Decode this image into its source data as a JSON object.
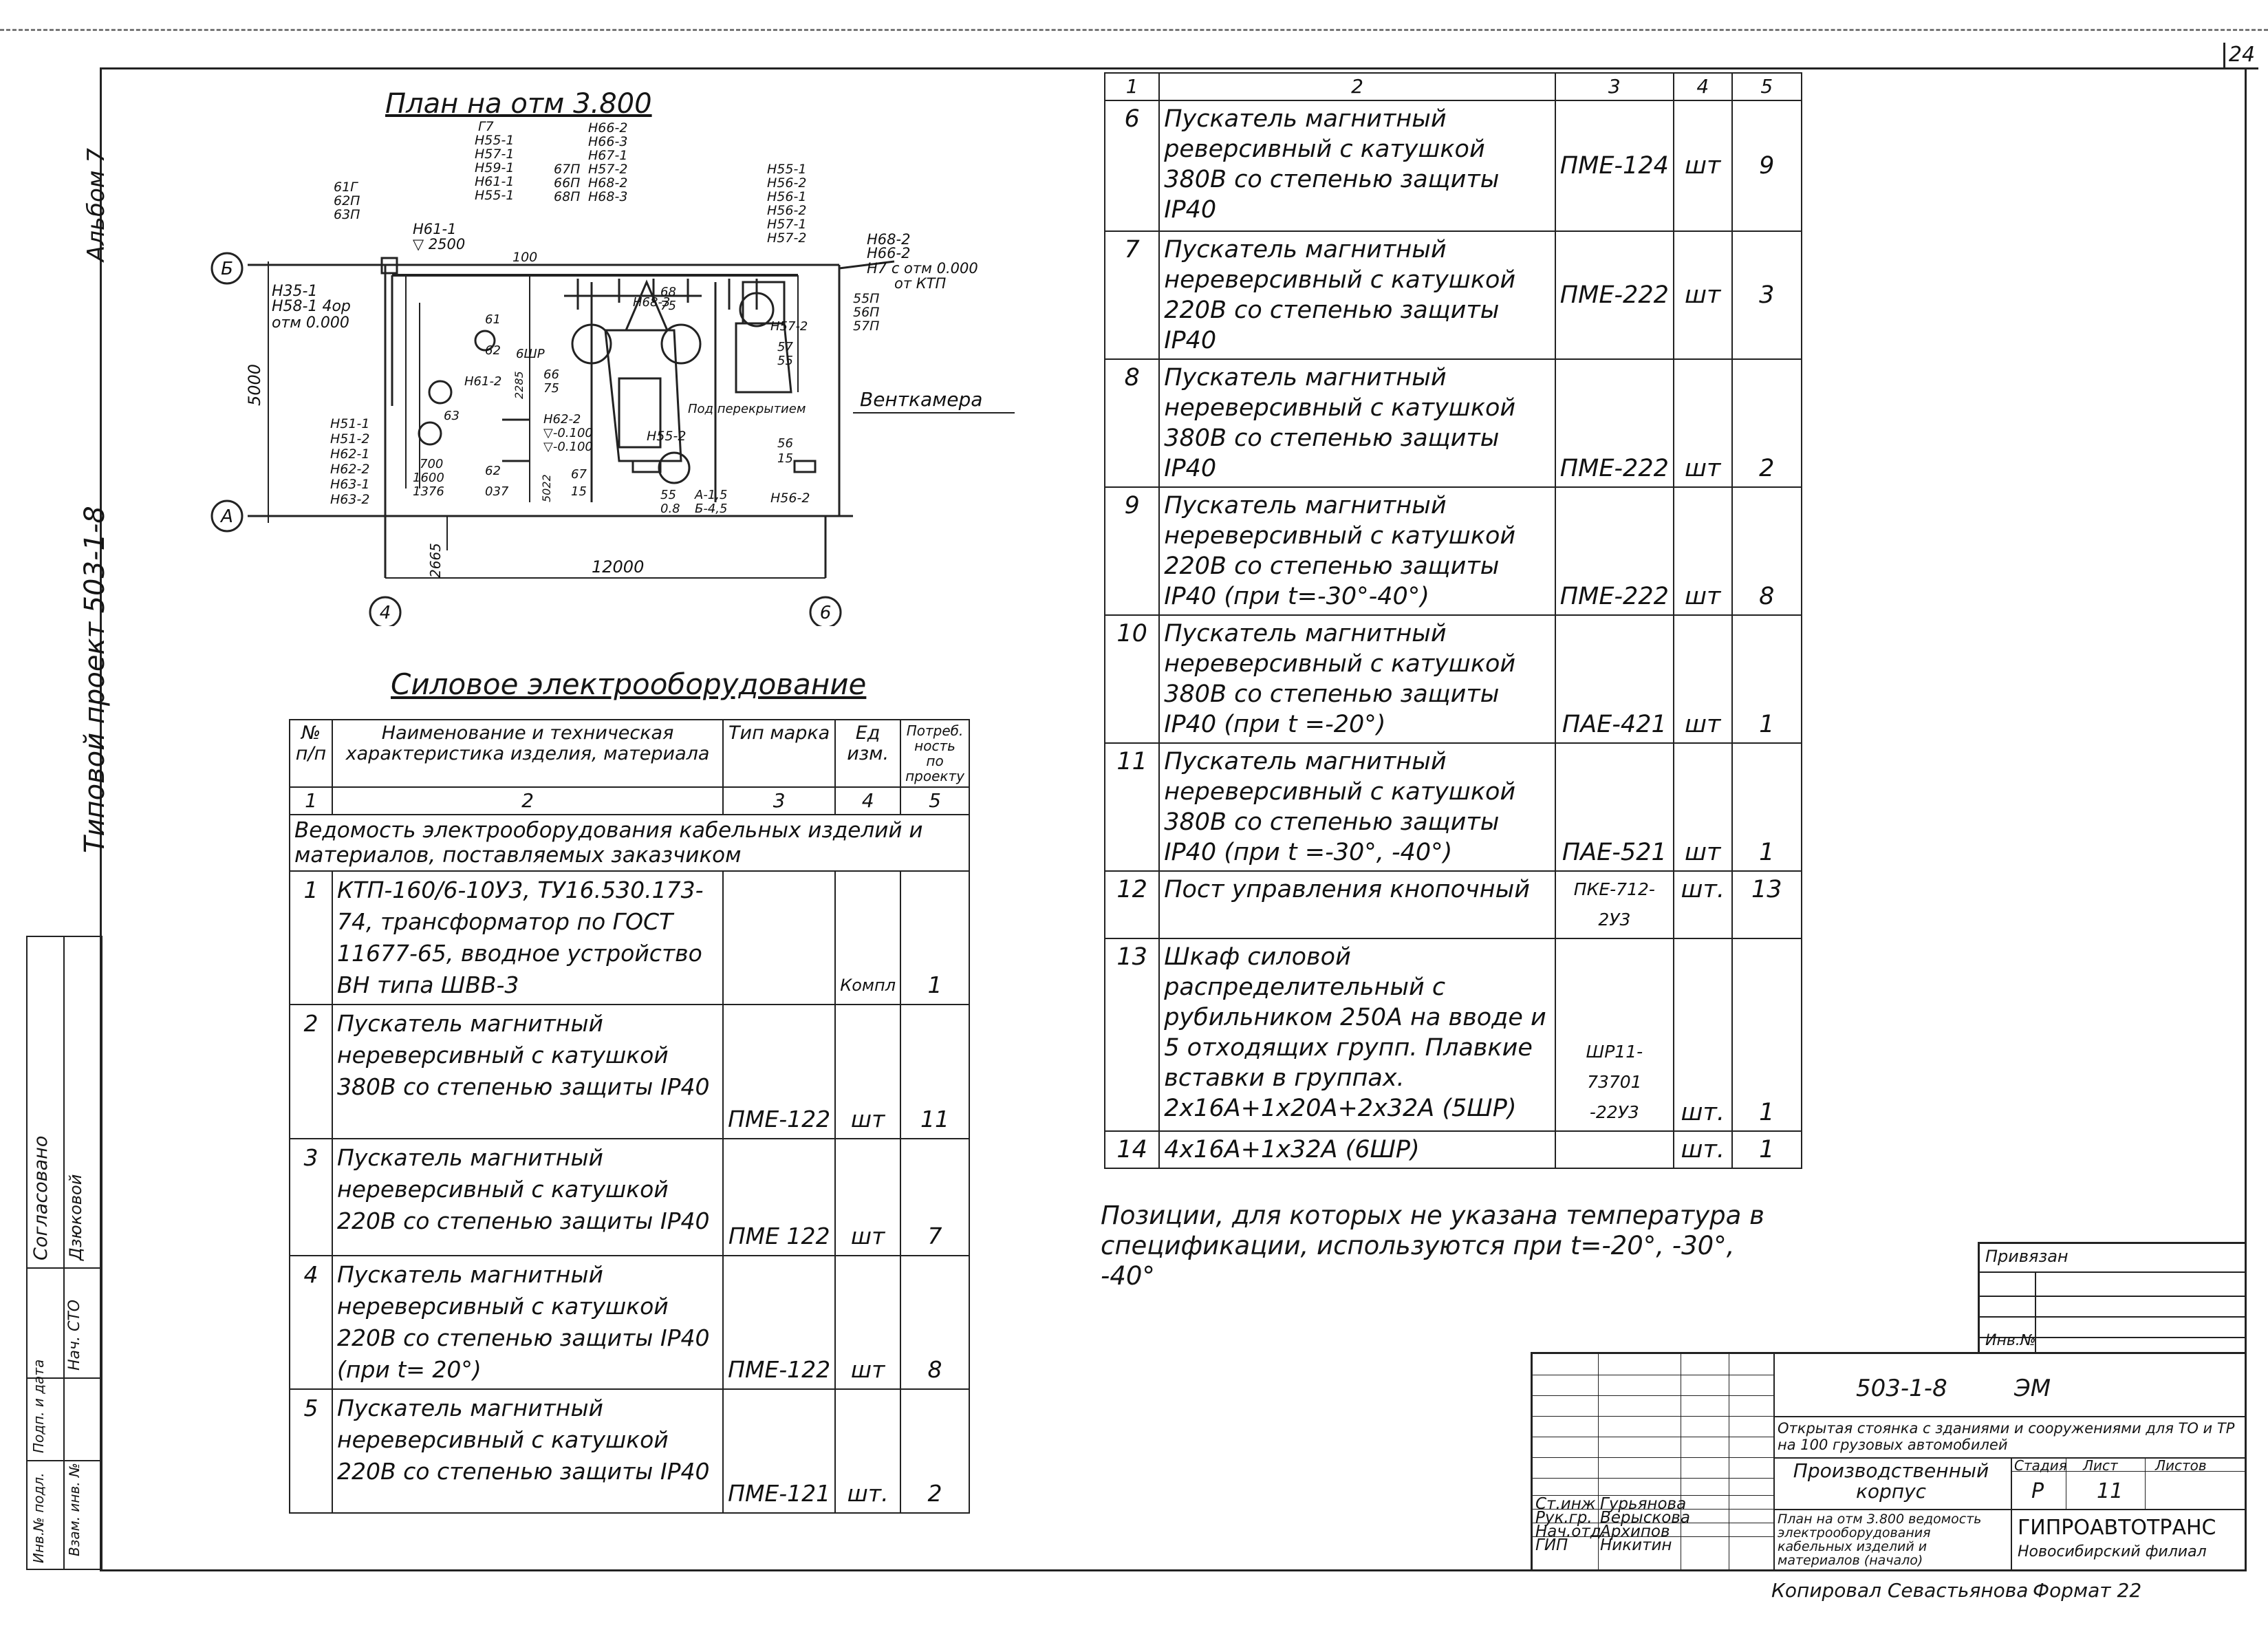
{
  "sheet": {
    "page_number": "24",
    "side_album": "Альбом 7",
    "side_project": "Типовой проект 503-1-8",
    "side_stamp": [
      "Согласовано",
      "Нач. СТО",
      "Дзюковой",
      "Инв.№ подл.",
      "Подп. и дата",
      "Взам. инв. №"
    ]
  },
  "plan": {
    "title": "План на отм 3.800",
    "axis_labels": [
      "Б",
      "А",
      "4",
      "6"
    ],
    "dims": [
      "5000",
      "12000",
      "2665"
    ],
    "labels_left": [
      "Н35-1",
      "Н58-1 4ор",
      "отм 0.000"
    ],
    "labels_top_left": [
      "61Г",
      "62П",
      "63П"
    ],
    "labels_top_center": [
      "Г7",
      "Н55-1",
      "Н57-1",
      "Н59-1",
      "Н61-1",
      "Н55-1"
    ],
    "labels_top_mid": [
      "67П",
      "66П",
      "68П"
    ],
    "labels_top_mid2": [
      "Н66-2",
      "Н66-3",
      "Н67-1",
      "Н57-2",
      "Н68-2",
      "Н68-3"
    ],
    "labels_top_right": [
      "Н55-1",
      "Н56-2",
      "Н56-1",
      "Н56-2",
      "Н57-1",
      "Н57-2"
    ],
    "labels_far_right": [
      "Н68-2",
      "Н66-2",
      "Н7 с отм 0.000",
      "от КТП",
      "55П",
      "56П",
      "57П"
    ],
    "h61": "Н61-1",
    "h61_level": "▽ 2500",
    "mark_100": "100",
    "labels_bottom_left": [
      "Н51-1",
      "Н51-2",
      "Н62-1",
      "Н62-2",
      "Н63-1",
      "Н63-2"
    ],
    "labels_inner": [
      "61",
      "6ШР",
      "66",
      "75",
      "62",
      "2285",
      "63",
      "Н61-2",
      "Н62-2",
      "▽-0.100",
      "▽-0.100",
      "700",
      "1600",
      "1376",
      "62",
      "037",
      "5022",
      "67",
      "15",
      "55",
      "0.8",
      "А-1,5",
      "Б-4,5",
      "Н56-2",
      "56",
      "15",
      "57",
      "55",
      "Н57-2",
      "Н55-2",
      "Н68-3",
      "68",
      "75"
    ],
    "ventkamera": "Венткамера",
    "pod_perekr": "Под перекрытием"
  },
  "section_title": "Силовое электрооборудование",
  "left_table": {
    "headers": [
      "№ п/п",
      "Наименование и техническая характеристика изделия, материала",
      "Тип марка",
      "Ед изм.",
      "Потреб. ность по проекту"
    ],
    "col_nums": [
      "1",
      "2",
      "3",
      "4",
      "5"
    ],
    "group_title": "Ведомость электрооборудования кабельных изделий и материалов, поставляемых заказчиком",
    "rows": [
      {
        "n": "1",
        "name": "КТП-160/6-10У3, ТУ16.530.173-74, трансформатор по ГОСТ 11677-65, вводное устройство ВН типа ШВВ-3",
        "type": "",
        "unit": "Компл",
        "qty": "1"
      },
      {
        "n": "2",
        "name": "Пускатель магнитный нереверсивный с катушкой 380В со степенью защиты IР40",
        "type": "ПМЕ-122",
        "unit": "шт",
        "qty": "11"
      },
      {
        "n": "3",
        "name": "Пускатель магнитный нереверсивный с катушкой 220В со степенью защиты IР40",
        "type": "ПМЕ 122",
        "unit": "шт",
        "qty": "7"
      },
      {
        "n": "4",
        "name": "Пускатель магнитный нереверсивный с катушкой 220В со степенью защиты IР40 (при t= 20°)",
        "type": "ПМЕ-122",
        "unit": "шт",
        "qty": "8"
      },
      {
        "n": "5",
        "name": "Пускатель магнитный нереверсивный с катушкой 220В со степенью защиты IР40",
        "type": "ПМЕ-121",
        "unit": "шт.",
        "qty": "2"
      }
    ]
  },
  "right_table": {
    "col_nums": [
      "1",
      "2",
      "3",
      "4",
      "5"
    ],
    "rows": [
      {
        "n": "6",
        "name": "Пускатель магнитный реверсивный с катушкой 380В со степенью защиты IР40",
        "type": "ПМЕ-124",
        "unit": "шт",
        "qty": "9"
      },
      {
        "n": "7",
        "name": "Пускатель магнитный нереверсивный с катушкой 220В со степенью защиты IР40",
        "type": "ПМЕ-222",
        "unit": "шт",
        "qty": "3"
      },
      {
        "n": "8",
        "name": "Пускатель магнитный нереверсивный с катушкой 380В со степенью защиты IР40",
        "type": "ПМЕ-222",
        "unit": "шт",
        "qty": "2"
      },
      {
        "n": "9",
        "name": "Пускатель магнитный нереверсивный с катушкой 220В со степенью защиты IР40 (при t=-30°-40°)",
        "type": "ПМЕ-222",
        "unit": "шт",
        "qty": "8"
      },
      {
        "n": "10",
        "name": "Пускатель магнитный нереверсивный с катушкой 380В со степенью защиты IР40 (при t =-20°)",
        "type": "ПАЕ-421",
        "unit": "шт",
        "qty": "1"
      },
      {
        "n": "11",
        "name": "Пускатель магнитный нереверсивный с катушкой 380В со степенью защиты IР40 (при t =-30°, -40°)",
        "type": "ПАЕ-521",
        "unit": "шт",
        "qty": "1"
      },
      {
        "n": "12",
        "name": "Пост управления кнопочный",
        "type": "ПКЕ-712-2У3",
        "unit": "шт.",
        "qty": "13"
      },
      {
        "n": "13",
        "name": "Шкаф силовой распределительный с рубильником 250А на вводе и 5 отходящих групп. Плавкие вставки в группах. 2х16А+1х20А+2х32А (5ШР)",
        "type": "ШР11-73701 -22У3",
        "unit": "шт.",
        "qty": "1"
      },
      {
        "n": "14",
        "name": "4х16А+1х32А (6ШР)",
        "type": "",
        "unit": "шт.",
        "qty": "1"
      }
    ]
  },
  "note": "Позиции, для которых не указана температура в спецификации, используются при t=-20°, -30°, -40°",
  "stamp": {
    "privyazan": "Привязан",
    "inv": "Инв.№",
    "code": "503-1-8",
    "code2": "ЭМ",
    "project": "Открытая стоянка с зданиями и сооружениями для ТО и ТР на 100 грузовых автомобилей",
    "building": "Производственный корпус",
    "stage_h": "Стадия",
    "sheet_h": "Лист",
    "sheets_h": "Листов",
    "stage": "Р",
    "sheet": "11",
    "people_roles": [
      "Ст.инж",
      "Рук.гр.",
      "Нач.отд.",
      "ГИП"
    ],
    "people_names": [
      "Гурьянова",
      "Верыскова",
      "Архипов",
      "Никитин"
    ],
    "sheet_title": "План на отм 3.800 ведомость электрооборудования кабельных изделий и материалов (начало)",
    "org": "ГИПРОАВТОТРАНС",
    "branch": "Новосибирский филиал",
    "copied": "Копировал Севастьянова",
    "format": "Формат 22"
  }
}
